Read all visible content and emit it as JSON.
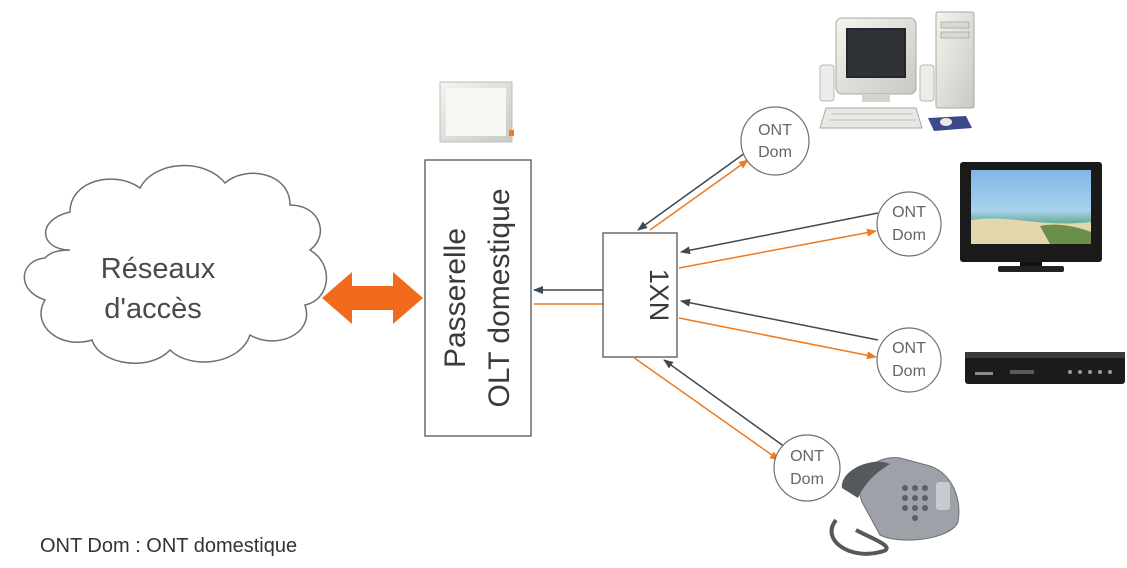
{
  "cloud": {
    "line1": "Réseaux",
    "line2": "d'accès"
  },
  "gateway": {
    "line1": "Passerelle",
    "line2": "OLT domestique"
  },
  "splitter": {
    "label": "1XN"
  },
  "onts": [
    {
      "line1": "ONT",
      "line2": "Dom"
    },
    {
      "line1": "ONT",
      "line2": "Dom"
    },
    {
      "line1": "ONT",
      "line2": "Dom"
    },
    {
      "line1": "ONT",
      "line2": "Dom"
    }
  ],
  "legend": "ONT Dom : ONT domestique",
  "colors": {
    "downstream": "#ee7a22",
    "upstream": "#3c4a56",
    "big_arrow": "#f26b1c",
    "outline": "#555555"
  },
  "devices": [
    "computer-icon",
    "television-icon",
    "set-top-box-icon",
    "telephone-icon"
  ]
}
